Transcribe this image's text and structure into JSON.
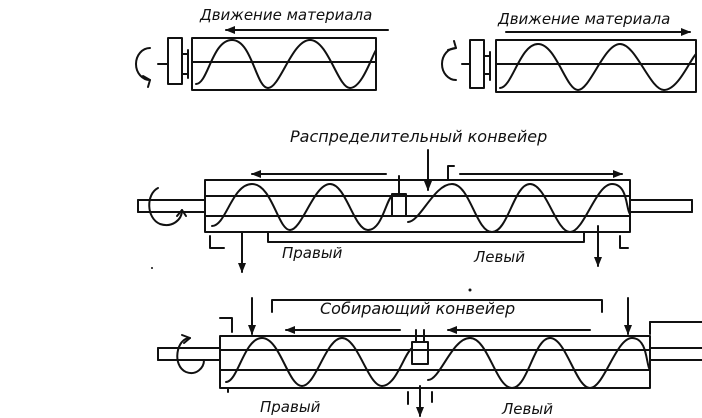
{
  "top_diagrams": {
    "left": {
      "caption": "Движение материала"
    },
    "right": {
      "caption": "Движение материала"
    }
  },
  "distributing_conveyor": {
    "title": "Распределительный конвейер",
    "left_screw_label": "Правый",
    "right_screw_label": "Левый"
  },
  "collecting_conveyor": {
    "title": "Собирающий конвейер",
    "left_screw_label": "Правый",
    "right_screw_label": "Левый"
  }
}
